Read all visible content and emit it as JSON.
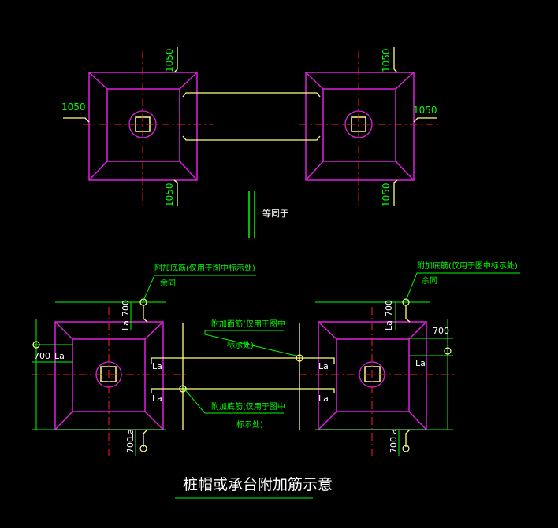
{
  "colors": {
    "background": "#000000",
    "cap": "#e020e0",
    "rebar": "#ffff80",
    "dim": "#00ff00",
    "axis": "#ff2020",
    "text": "#ffffff",
    "leader": "#00ff00"
  },
  "top": {
    "dim_1050": "1050",
    "equals_label": "等同于"
  },
  "bottom": {
    "dim_700": "700",
    "la": "La",
    "note_left_top": "附加底筋(仅用于图中标示处)",
    "note_left_top_2": "余同",
    "note_right_top": "附加底筋(仅用于图中标示处)",
    "note_right_top_2": "余同",
    "note_mid_1": "附加面筋(仅用于图中",
    "note_mid_1b": "标示处)",
    "note_mid_2": "附加底筋(仅用于图中",
    "note_mid_2b": "标示处)"
  },
  "title": "桩帽或承台附加筋示意"
}
